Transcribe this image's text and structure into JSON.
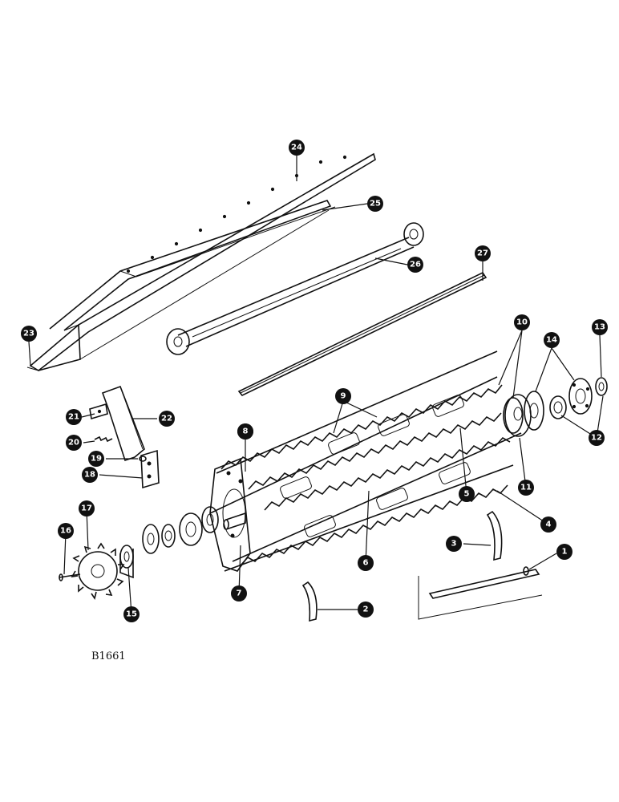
{
  "figure_code": "B1661",
  "callouts": [
    "1",
    "2",
    "3",
    "4",
    "5",
    "6",
    "6",
    "7",
    "8",
    "9",
    "10",
    "11",
    "12",
    "13",
    "14",
    "15",
    "16",
    "17",
    "18",
    "19",
    "20",
    "21",
    "22",
    "23",
    "24",
    "25",
    "26",
    "27"
  ]
}
